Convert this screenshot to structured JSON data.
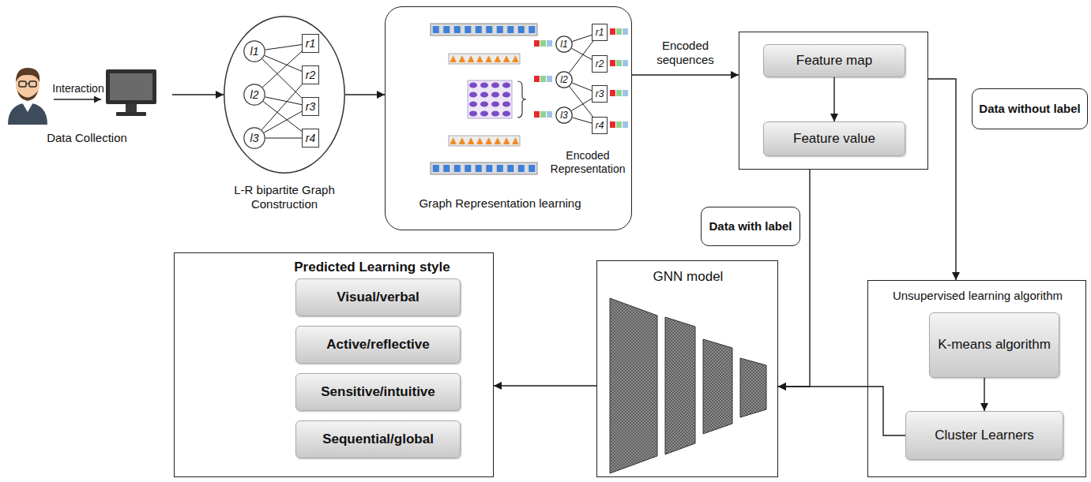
{
  "diagram": {
    "nodes": [
      {
        "text": [
          "Data Collection"
        ]
      },
      {
        "text": [
          "L-R bipartite Graph Construction"
        ]
      },
      {
        "text": [
          "l1"
        ],
        "in": 1
      },
      {
        "text": [
          "l2"
        ],
        "in": 1
      },
      {
        "text": [
          "l3"
        ],
        "in": 1
      },
      {
        "text": [
          "r1"
        ],
        "in": 1
      },
      {
        "text": [
          "r2"
        ],
        "in": 1
      },
      {
        "text": [
          "r3"
        ],
        "in": 1
      },
      {
        "text": [
          "r4"
        ],
        "in": 1
      },
      {
        "text": [
          "Encoded Representation",
          "Graph Representation learning"
        ]
      },
      {
        "text": [
          "l1"
        ],
        "in": 9
      },
      {
        "text": [
          "l2"
        ],
        "in": 9
      },
      {
        "text": [
          "l3"
        ],
        "in": 9
      },
      {
        "text": [
          "r1"
        ],
        "in": 9
      },
      {
        "text": [
          "r2"
        ],
        "in": 9
      },
      {
        "text": [
          "r3"
        ],
        "in": 9
      },
      {
        "text": [
          "r4"
        ],
        "in": 9
      },
      {
        "text": []
      },
      {
        "text": [
          "Feature map"
        ],
        "in": 17
      },
      {
        "text": [
          "Feature value"
        ],
        "in": 17
      },
      {
        "text": [
          "Data without label"
        ]
      },
      {
        "text": [
          "Data with label"
        ]
      },
      {
        "text": [
          "Unsupervised learning algorithm"
        ]
      },
      {
        "text": [
          "K-means algorithm"
        ],
        "in": 22
      },
      {
        "text": [
          "Cluster Learners"
        ],
        "in": 22
      },
      {
        "text": [
          "GNN model"
        ]
      },
      {
        "text": [
          "Predicted Learning style"
        ]
      },
      {
        "text": [
          "Visual/verbal"
        ],
        "in": 26
      },
      {
        "text": [
          "Active/reflective"
        ],
        "in": 26
      },
      {
        "text": [
          "Sensitive/intuitive"
        ],
        "in": 26
      },
      {
        "text": [
          "Sequential/global"
        ],
        "in": 26
      }
    ],
    "edges": [
      {
        "from": 0,
        "to": 1,
        "arrow": "to"
      },
      {
        "from": 2,
        "to": 5,
        "arrow": "none"
      },
      {
        "from": 2,
        "to": 6,
        "arrow": "none"
      },
      {
        "from": 2,
        "to": 7,
        "arrow": "none"
      },
      {
        "from": 3,
        "to": 5,
        "arrow": "none"
      },
      {
        "from": 3,
        "to": 7,
        "arrow": "none"
      },
      {
        "from": 3,
        "to": 8,
        "arrow": "none"
      },
      {
        "from": 4,
        "to": 6,
        "arrow": "none"
      },
      {
        "from": 4,
        "to": 7,
        "arrow": "none"
      },
      {
        "from": 4,
        "to": 8,
        "arrow": "none"
      },
      {
        "from": 1,
        "to": 9,
        "arrow": "to"
      },
      {
        "from": 10,
        "to": 13,
        "arrow": "none"
      },
      {
        "from": 10,
        "to": 14,
        "arrow": "none"
      },
      {
        "from": 11,
        "to": 13,
        "arrow": "none"
      },
      {
        "from": 11,
        "to": 15,
        "arrow": "none"
      },
      {
        "from": 12,
        "to": 15,
        "arrow": "none"
      },
      {
        "from": 12,
        "to": 16,
        "arrow": "none"
      },
      {
        "from": 11,
        "to": 16,
        "arrow": "none"
      },
      {
        "from": 9,
        "to": 17,
        "label": "Encoded sequences",
        "arrow": "to"
      },
      {
        "from": 18,
        "to": 19,
        "arrow": "to"
      },
      {
        "from": 17,
        "to": 22,
        "arrow": "to"
      },
      {
        "from": 17,
        "to": 25,
        "arrow": "to"
      },
      {
        "from": 23,
        "to": 24,
        "arrow": "to"
      },
      {
        "from": 24,
        "to": 25,
        "arrow": "to"
      },
      {
        "from": 25,
        "to": 26,
        "arrow": "to"
      }
    ],
    "labels": [
      "Interaction"
    ]
  }
}
